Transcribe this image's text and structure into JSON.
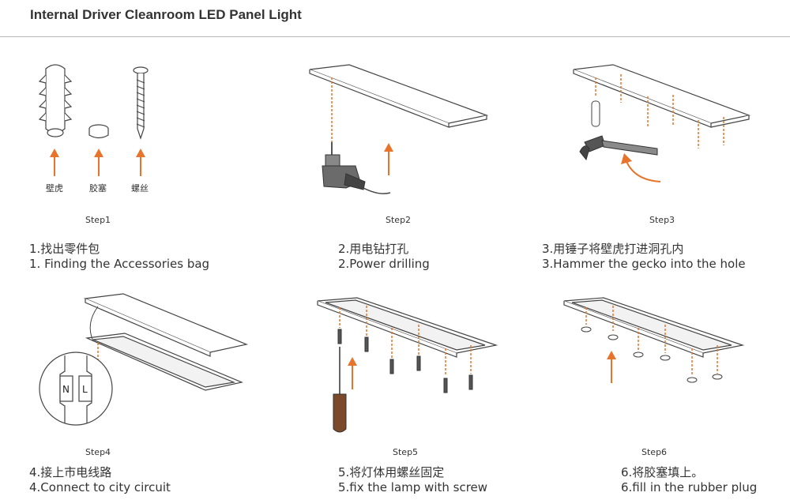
{
  "title": "Internal Driver Cleanroom LED Panel Light",
  "colors": {
    "accent": "#e8742c",
    "line": "#444444"
  },
  "parts": [
    "壁虎",
    "胶塞",
    "螺丝"
  ],
  "circuit_labels": {
    "n": "N",
    "l": "L"
  },
  "steps": [
    {
      "label": "Step1",
      "zh": "1.找出零件包",
      "en": "1. Finding the Accessories bag"
    },
    {
      "label": "Step2",
      "zh": "2.用电钻打孔",
      "en": "2.Power drilling"
    },
    {
      "label": "Step3",
      "zh": "3.用锤子将壁虎打进洞孔内",
      "en": "3.Hammer the gecko into the hole"
    },
    {
      "label": "Step4",
      "zh": "4.接上市电线路",
      "en": "4.Connect to city circuit"
    },
    {
      "label": "Step5",
      "zh": "5.将灯体用螺丝固定",
      "en": "5.fix the lamp with screw"
    },
    {
      "label": "Step6",
      "zh": "6.将胶塞填上。",
      "en": "6.fill in the rubber plug"
    }
  ]
}
